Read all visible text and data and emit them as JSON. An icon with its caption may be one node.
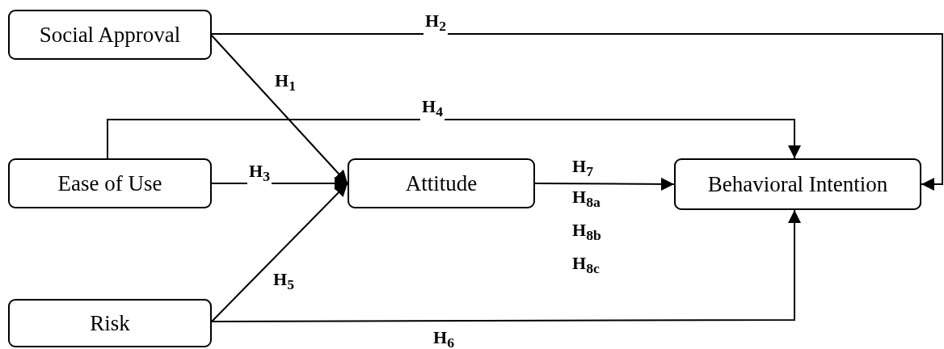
{
  "diagram": {
    "nodes": [
      {
        "text": [
          "Social Approval"
        ]
      },
      {
        "text": [
          "Ease of Use"
        ]
      },
      {
        "text": [
          "Attitude"
        ]
      },
      {
        "text": [
          "Risk"
        ]
      },
      {
        "text": [
          "Behavioral Intention"
        ]
      }
    ],
    "edges": [
      {
        "from": 0,
        "to": 2,
        "arrow": "to",
        "label": "H$_{1}$"
      },
      {
        "from": 0,
        "to": 4,
        "arrow": "to",
        "label": "H$_{2}$"
      },
      {
        "from": 1,
        "to": 2,
        "arrow": "to",
        "label": "H$_{3}$"
      },
      {
        "from": 1,
        "to": 4,
        "arrow": "to",
        "label": "H$_{4}$"
      },
      {
        "from": 3,
        "to": 2,
        "arrow": "to",
        "label": "H$_{5}$"
      },
      {
        "from": 3,
        "to": 4,
        "arrow": "to",
        "label": "H$_{6}$"
      },
      {
        "from": 2,
        "to": 4,
        "arrow": "to",
        "label": "H$_{7}$"
      }
    ],
    "labels": [
      "H$_{8a}$",
      "H$_{8b}$",
      "H$_{8c}$"
    ]
  }
}
